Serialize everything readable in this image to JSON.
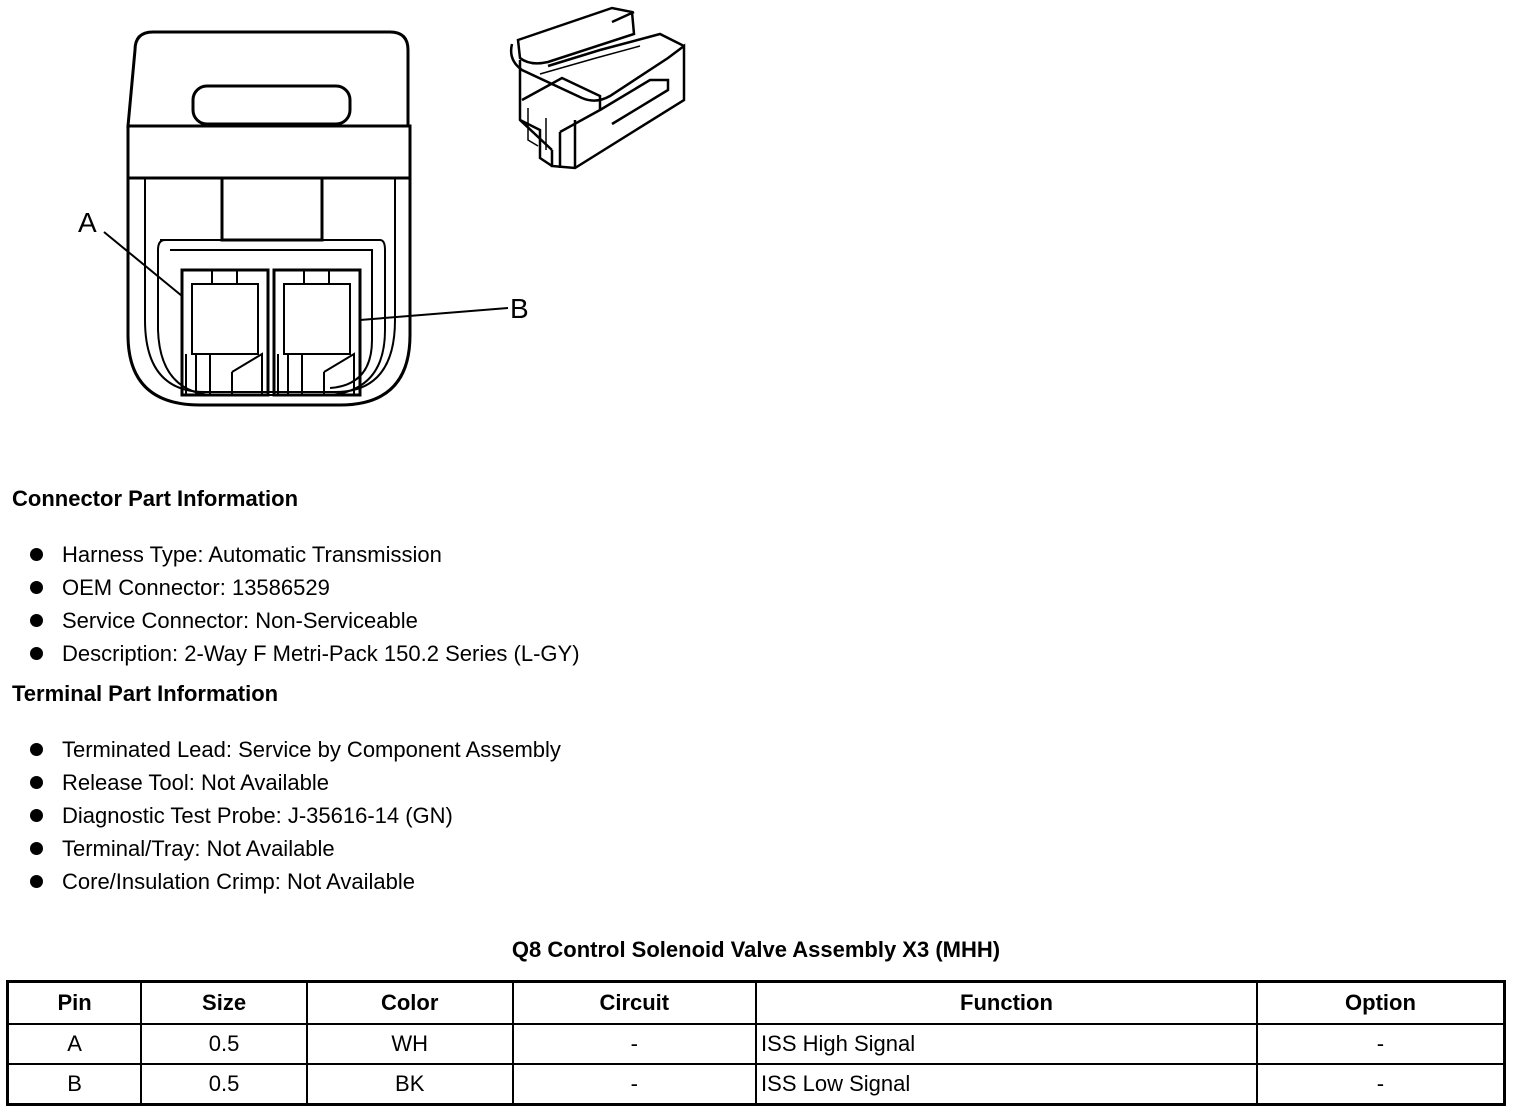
{
  "diagram": {
    "label_a": "A",
    "label_b": "B"
  },
  "connector_info": {
    "heading": "Connector Part Information",
    "items": [
      "Harness Type: Automatic Transmission",
      "OEM Connector: 13586529",
      "Service Connector: Non-Serviceable",
      "Description: 2-Way F Metri-Pack 150.2 Series (L-GY)"
    ]
  },
  "terminal_info": {
    "heading": "Terminal Part Information",
    "items": [
      "Terminated Lead: Service by Component Assembly",
      "Release Tool: Not Available",
      "Diagnostic Test Probe: J-35616-14 (GN)",
      "Terminal/Tray: Not Available",
      "Core/Insulation Crimp: Not Available"
    ]
  },
  "pin_table": {
    "title": "Q8 Control Solenoid Valve Assembly X3 (MHH)",
    "headers": [
      "Pin",
      "Size",
      "Color",
      "Circuit",
      "Function",
      "Option"
    ],
    "rows": [
      [
        "A",
        "0.5",
        "WH",
        "-",
        "ISS High Signal",
        "-"
      ],
      [
        "B",
        "0.5",
        "BK",
        "-",
        "ISS Low Signal",
        "-"
      ]
    ]
  }
}
